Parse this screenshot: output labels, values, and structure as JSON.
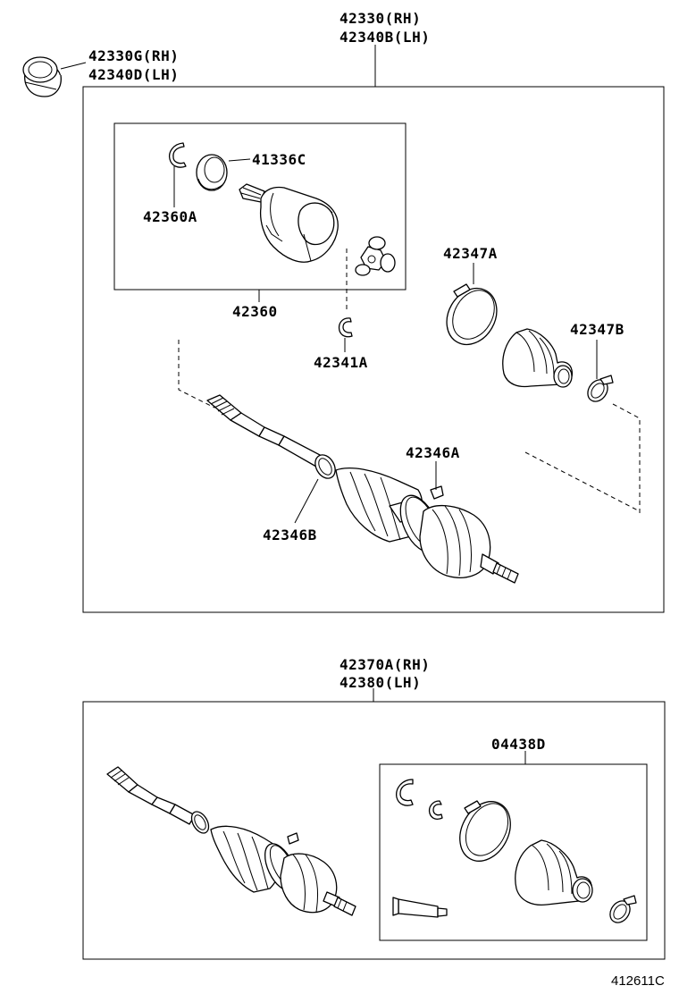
{
  "labels": {
    "top_assembly_rh": "42330(RH)",
    "top_assembly_lh": "42340B(LH)",
    "bearing_rh": "42330G(RH)",
    "bearing_lh": "42340D(LH)",
    "boot_outer_seal": "41336C",
    "snap_ring_inner": "42360A",
    "inboard_joint_set": "42360",
    "snap_ring_shaft": "42341A",
    "boot_clamp_large": "42347A",
    "boot_clamp_small": "42347B",
    "boot_clamp_46a": "42346A",
    "boot_clamp_46b": "42346B",
    "bottom_assembly_rh": "42370A(RH)",
    "bottom_assembly_lh": "42380(LH)",
    "boot_kit": "04438D",
    "figure_ref": "412611C"
  }
}
